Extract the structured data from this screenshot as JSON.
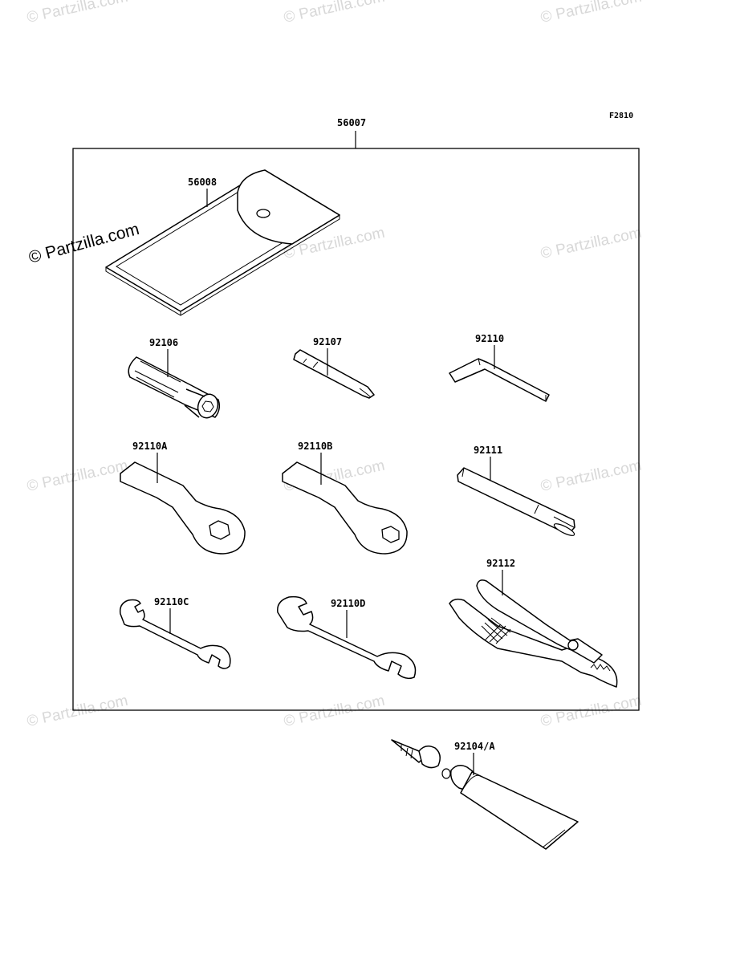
{
  "figure_code": "F2810",
  "assembly_label": "56007",
  "watermark_text": "© Partzilla.com",
  "parts": [
    {
      "id": "pouch",
      "label": "56008"
    },
    {
      "id": "socket",
      "label": "92106"
    },
    {
      "id": "screwdriver",
      "label": "92107"
    },
    {
      "id": "hex-key",
      "label": "92110"
    },
    {
      "id": "box-wrench-a",
      "label": "92110A"
    },
    {
      "id": "box-wrench-b",
      "label": "92110B"
    },
    {
      "id": "handle-bar",
      "label": "92111"
    },
    {
      "id": "open-wrench-c",
      "label": "92110C"
    },
    {
      "id": "open-wrench-d",
      "label": "92110D"
    },
    {
      "id": "pliers",
      "label": "92112"
    },
    {
      "id": "tube-kit",
      "label": "92104/A"
    }
  ]
}
